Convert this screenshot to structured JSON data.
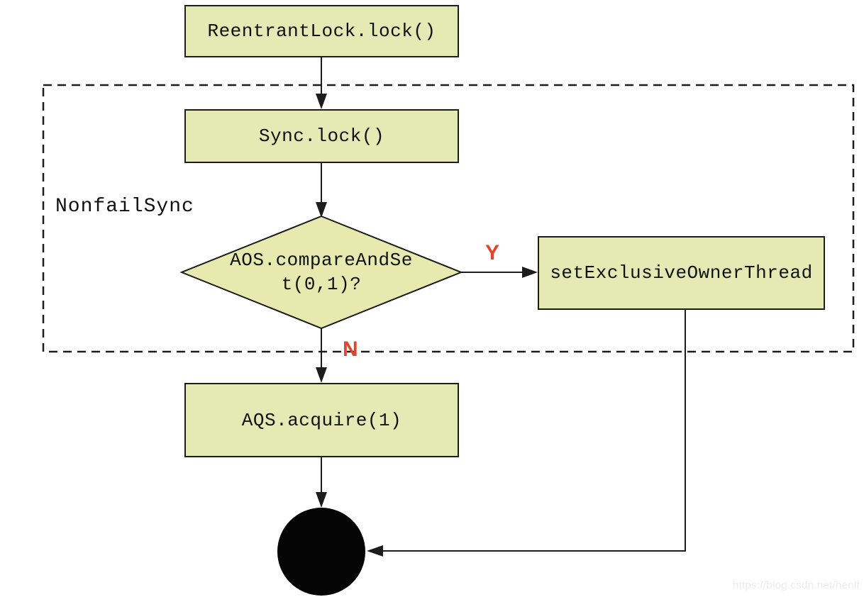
{
  "diagram": {
    "container": {
      "label": "NonfailSync"
    },
    "nodes": {
      "reentrant_lock": {
        "label": "ReentrantLock.lock()"
      },
      "sync_lock": {
        "label": "Sync.lock()"
      },
      "decision": {
        "label": "AOS.compareAndSet(0,1)?",
        "lines": [
          "AOS.compareAndSe",
          "t(0,1)?"
        ]
      },
      "set_exclusive_owner": {
        "label": "setExclusiveOwnerThread"
      },
      "aqs_acquire": {
        "label": "AQS.acquire(1)"
      },
      "end_state": {
        "shape": "filled-circle"
      }
    },
    "edge_labels": {
      "yes": "Y",
      "no": "N"
    },
    "colors": {
      "node_fill": "#e5e9b4",
      "node_border": "#1c1c1c",
      "edge_label_red": "#e2452e",
      "background": "#ffffff",
      "end_state_fill": "#050505"
    },
    "watermark": "https://blog.csdn.net/henlf"
  }
}
